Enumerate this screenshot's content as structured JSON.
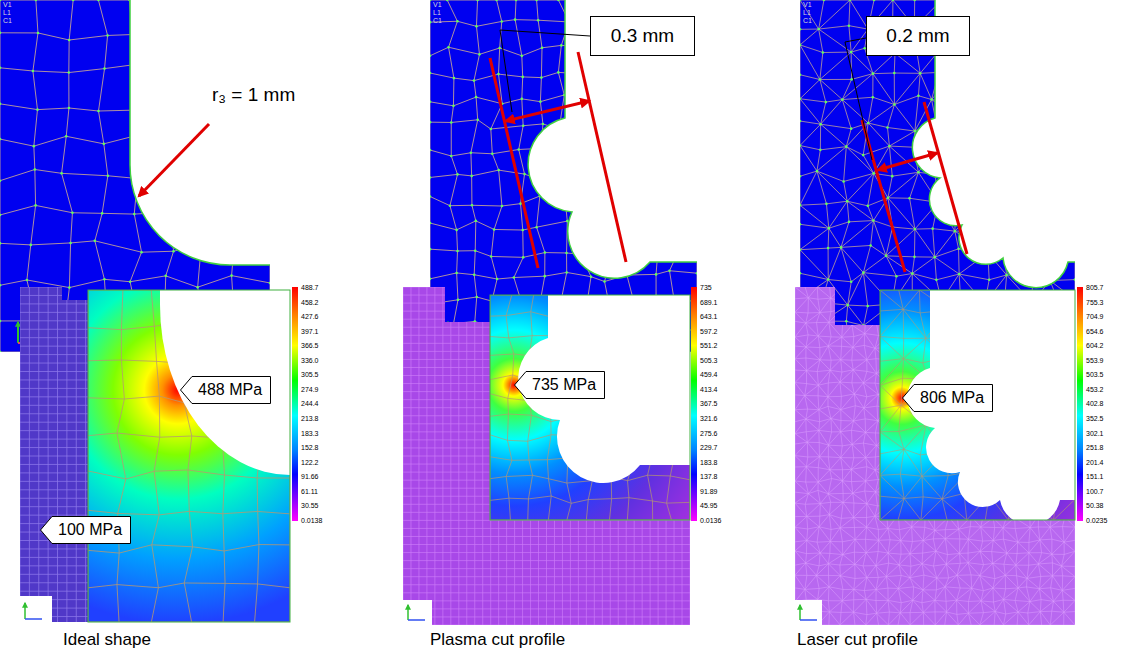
{
  "diagram": {
    "nodes": [
      {
        "text": [
          "0.3 mm"
        ]
      },
      {
        "text": [
          "0.2 mm"
        ]
      },
      {
        "text": [
          "488 MPa"
        ]
      },
      {
        "text": [
          "100 MPa"
        ]
      },
      {
        "text": [
          "735 MPa"
        ]
      },
      {
        "text": [
          "806 MPa"
        ]
      }
    ],
    "labels": [
      "V1",
      "L1",
      "C1",
      "V1",
      "L1",
      "C1",
      "V1",
      "L1",
      "C1",
      "r₃ = 1 mm",
      "488.7",
      "458.2",
      "427.6",
      "397.1",
      "366.5",
      "336.0",
      "305.5",
      "274.9",
      "244.4",
      "213.8",
      "183.3",
      "152.8",
      "122.2",
      "91.66",
      "61.11",
      "30.55",
      "0.0138",
      "735",
      "689.1",
      "643.1",
      "597.2",
      "551.2",
      "505.3",
      "459.4",
      "413.4",
      "367.5",
      "321.6",
      "275.6",
      "229.7",
      "183.8",
      "137.8",
      "91.89",
      "45.95",
      "0.0136",
      "805.7",
      "755.3",
      "704.9",
      "654.6",
      "604.2",
      "553.9",
      "503.5",
      "453.2",
      "402.8",
      "352.5",
      "302.1",
      "251.8",
      "201.4",
      "151.1",
      "100.7",
      "50.38",
      "0.0235",
      "Ideal shape",
      "Plasma cut profile",
      "Laser cut profile"
    ]
  }
}
